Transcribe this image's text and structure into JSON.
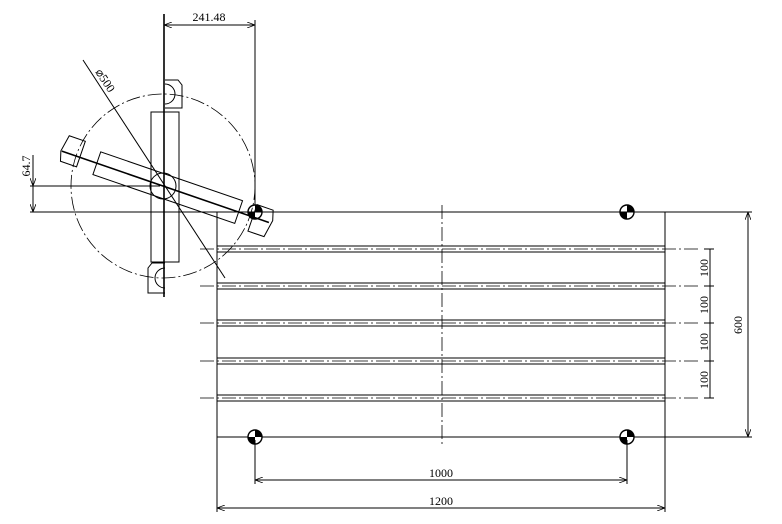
{
  "drawing": {
    "dimensions": {
      "offset_x": "241.48",
      "diameter": "⌀500",
      "offset_y": "64.7",
      "rail_pitch": [
        "100",
        "100",
        "100",
        "100"
      ],
      "table_depth": "600",
      "hole_spacing": "1000",
      "table_width": "1200"
    },
    "colors": {
      "line": "#000000",
      "background": "#ffffff"
    }
  }
}
